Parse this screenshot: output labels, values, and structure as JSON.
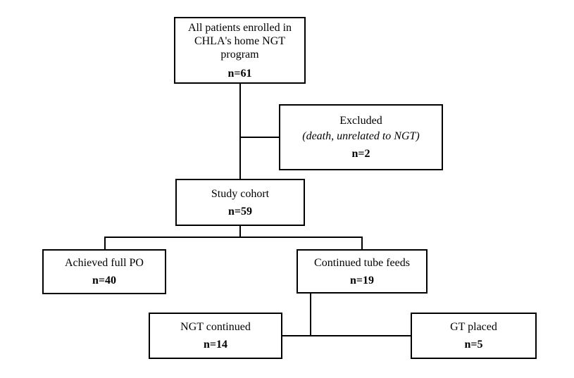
{
  "boxes": {
    "all": {
      "label_lines": [
        "All patients enrolled in",
        "CHLA's home NGT",
        "program"
      ],
      "count": "n=61"
    },
    "excluded": {
      "label": "Excluded",
      "detail": "(death, unrelated to NGT)",
      "count": "n=2"
    },
    "cohort": {
      "label": "Study cohort",
      "count": "n=59"
    },
    "full_po": {
      "label": "Achieved full PO",
      "count": "n=40"
    },
    "tube": {
      "label": "Continued tube feeds",
      "count": "n=19"
    },
    "ngt": {
      "label": "NGT continued",
      "count": "n=14"
    },
    "gt": {
      "label": "GT placed",
      "count": "n=5"
    }
  }
}
